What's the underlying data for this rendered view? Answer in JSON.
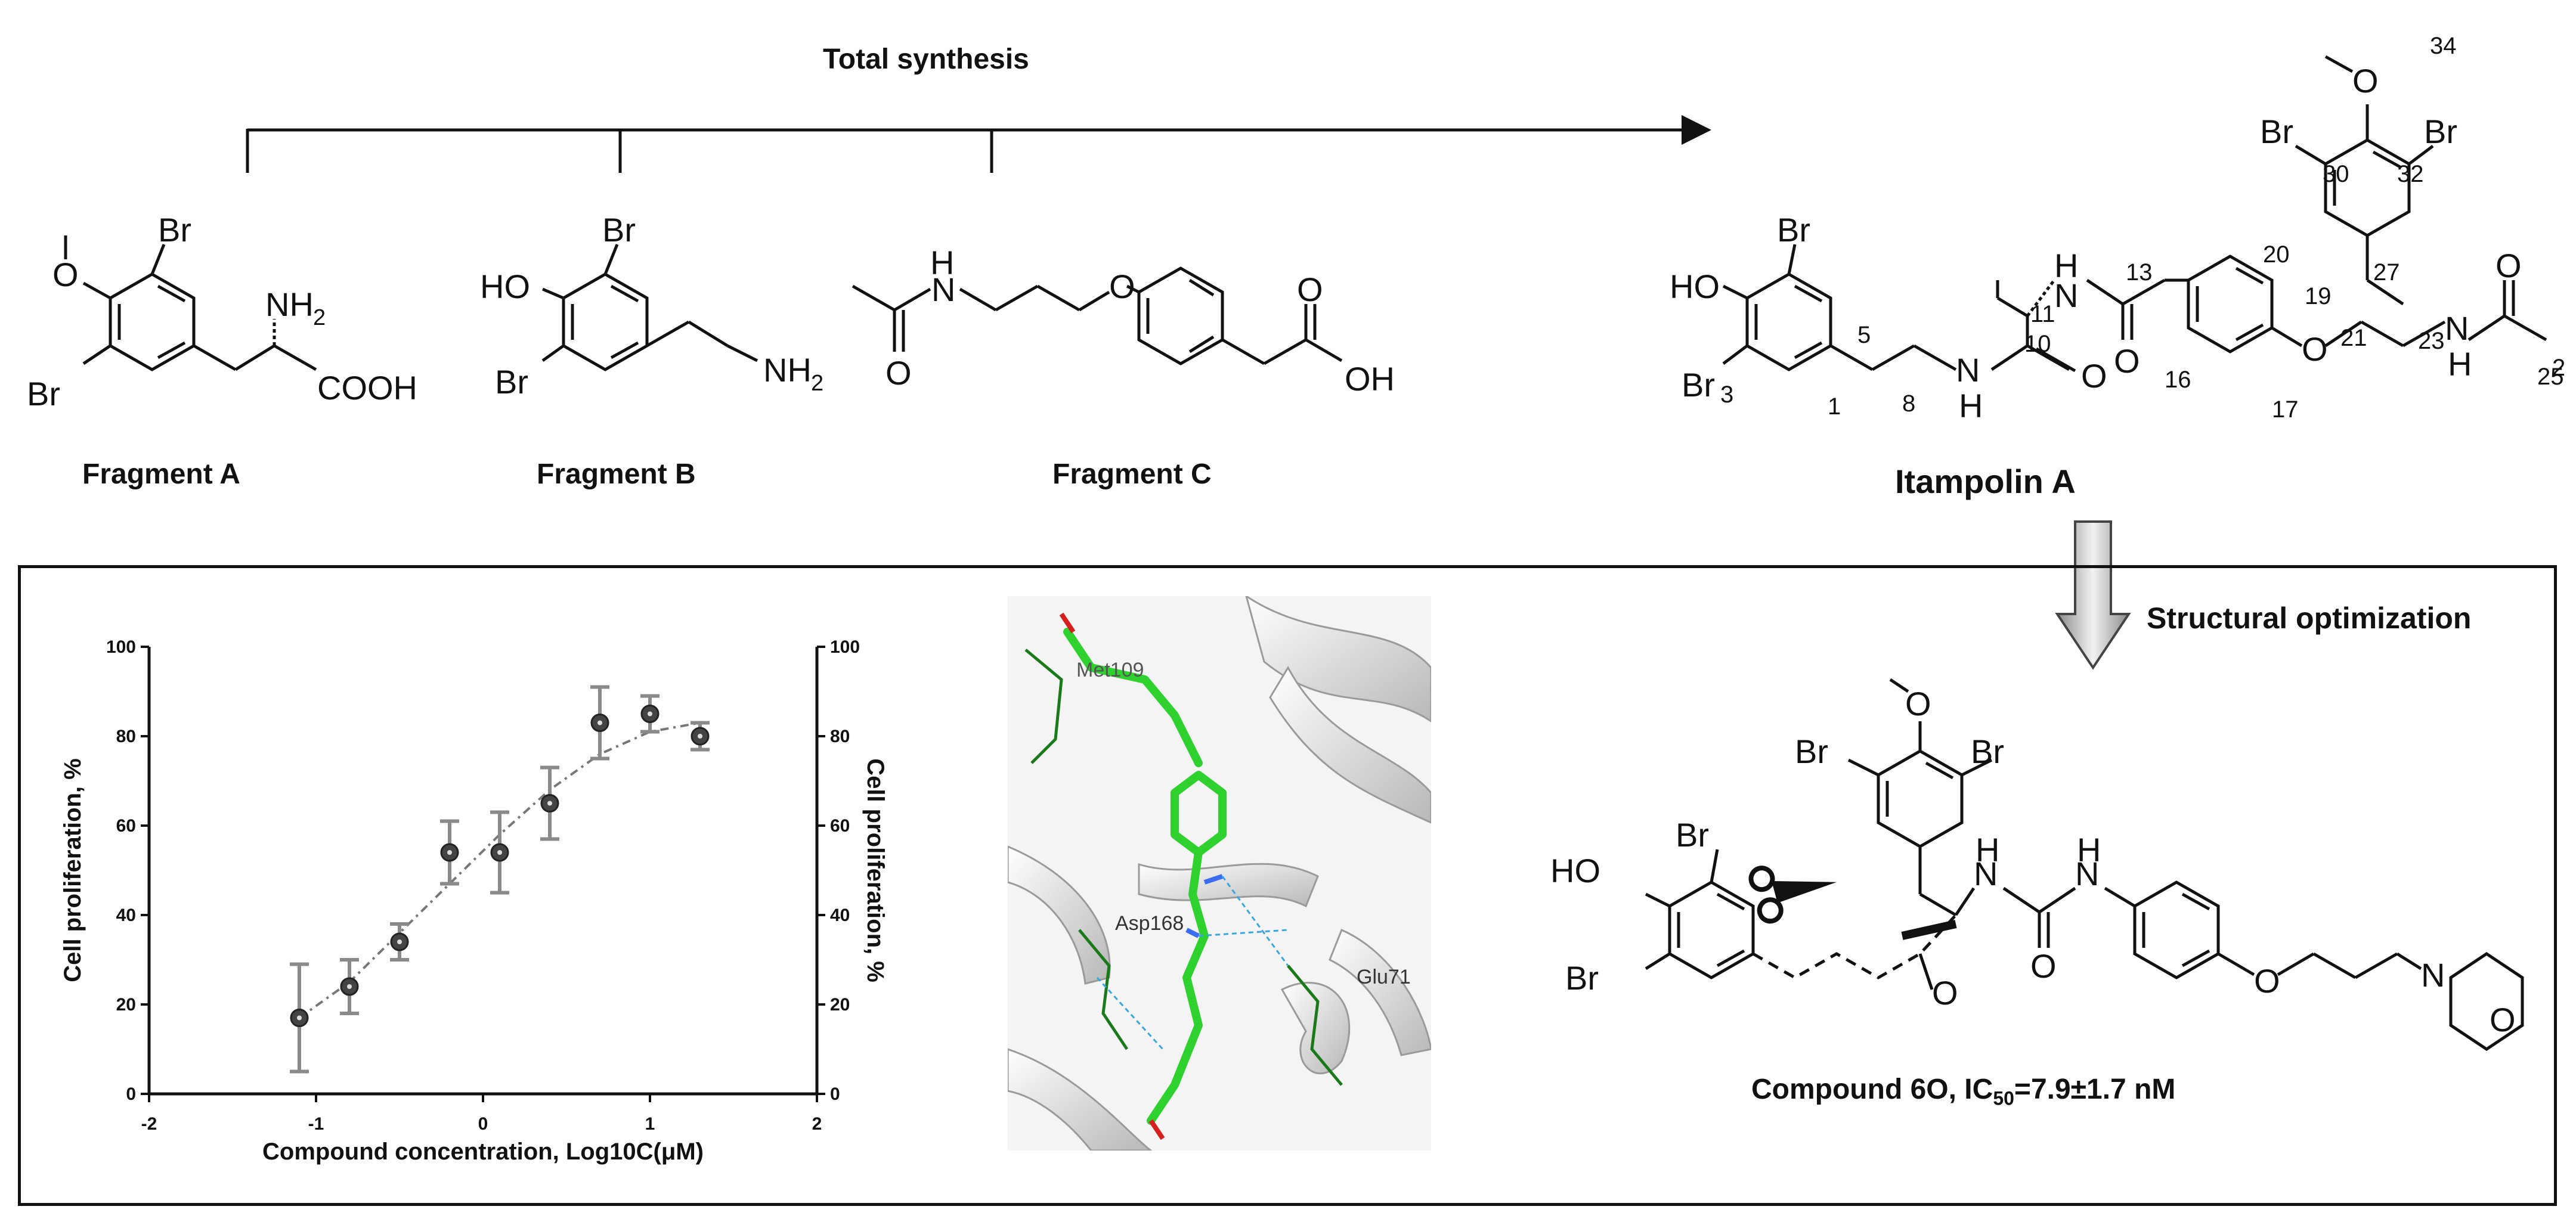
{
  "synthesis": {
    "title": "Total synthesis",
    "fragments": [
      {
        "name": "Fragment A"
      },
      {
        "name": "Fragment B"
      },
      {
        "name": "Fragment C"
      }
    ],
    "product": "Itampolin A"
  },
  "optimization": {
    "label": "Structural optimization",
    "compound_prefix": "Compound 6O, IC",
    "compound_sub": "50",
    "compound_suffix": "=7.9±1.7 nM"
  },
  "docking": {
    "residues": [
      "Met109",
      "Asp168",
      "Glu71"
    ]
  },
  "chart_data": {
    "type": "scatter",
    "xlabel": "Compound concentration, Log10C(μM)",
    "ylabel": "Cell proliferation, %",
    "y2label": "Cell proliferation, %",
    "xlim": [
      -2,
      2
    ],
    "ylim": [
      0,
      100
    ],
    "xticks": [
      -2,
      -1,
      0,
      1,
      2
    ],
    "yticks": [
      0,
      20,
      40,
      60,
      80,
      100
    ],
    "grid": false,
    "points": [
      {
        "x": -1.1,
        "y": 17,
        "err": 12
      },
      {
        "x": -0.8,
        "y": 24,
        "err": 6
      },
      {
        "x": -0.5,
        "y": 34,
        "err": 4
      },
      {
        "x": -0.2,
        "y": 54,
        "err": 7
      },
      {
        "x": 0.1,
        "y": 54,
        "err": 9
      },
      {
        "x": 0.4,
        "y": 65,
        "err": 8
      },
      {
        "x": 0.7,
        "y": 83,
        "err": 8
      },
      {
        "x": 1.0,
        "y": 85,
        "err": 4
      },
      {
        "x": 1.3,
        "y": 80,
        "err": 3
      }
    ],
    "fit": [
      {
        "x": -1.1,
        "y": 17
      },
      {
        "x": -0.8,
        "y": 25
      },
      {
        "x": -0.5,
        "y": 36
      },
      {
        "x": -0.2,
        "y": 47
      },
      {
        "x": 0.1,
        "y": 58
      },
      {
        "x": 0.4,
        "y": 68
      },
      {
        "x": 0.7,
        "y": 76
      },
      {
        "x": 1.0,
        "y": 81
      },
      {
        "x": 1.3,
        "y": 83
      }
    ]
  }
}
